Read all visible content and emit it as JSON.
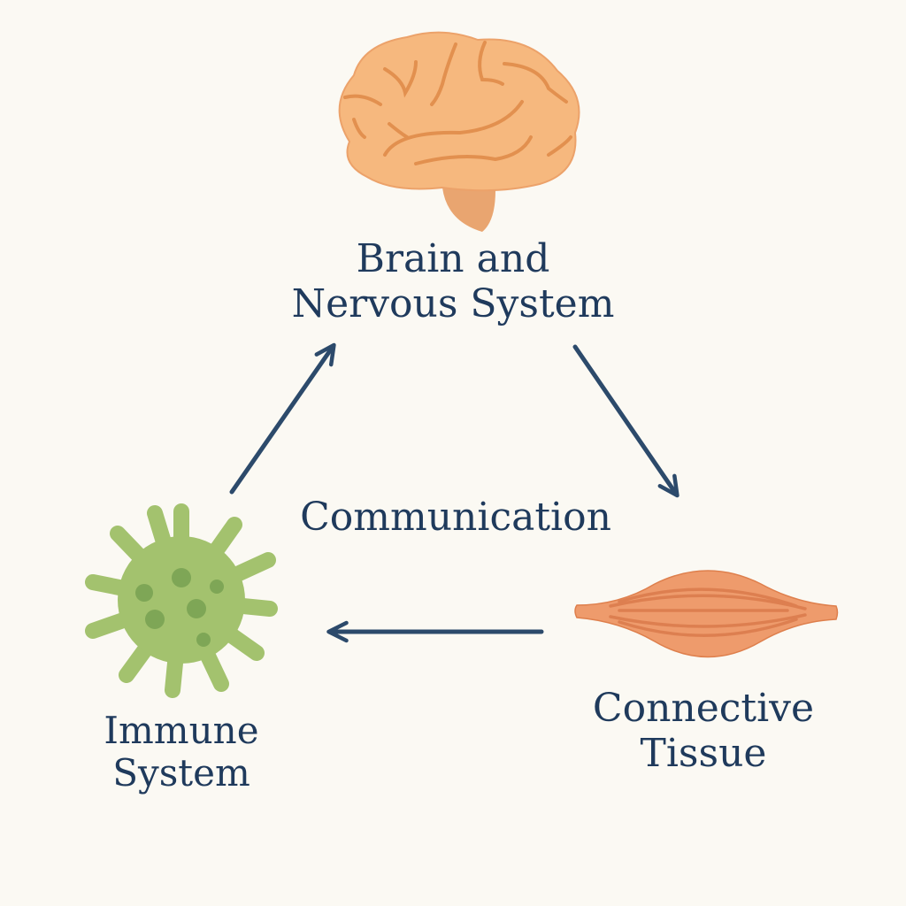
{
  "title": "Communication",
  "nodes": [
    {
      "id": "brain",
      "line1": "Brain and",
      "line2": "Nervous System",
      "icon": "brain-icon"
    },
    {
      "id": "tissue",
      "line1": "Connective",
      "line2": "Tissue",
      "icon": "muscle-icon"
    },
    {
      "id": "immune",
      "line1": "Immune",
      "line2": "System",
      "icon": "immune-cell-icon"
    }
  ],
  "edges": [
    {
      "from": "immune",
      "to": "brain"
    },
    {
      "from": "brain",
      "to": "tissue"
    },
    {
      "from": "tissue",
      "to": "immune"
    }
  ],
  "colors": {
    "text": "#1f3a5c",
    "arrow": "#2c4a6b",
    "brain": "#f6b87e",
    "muscle": "#e9905e",
    "immune": "#a3c26e",
    "background": "#fbf9f3"
  }
}
